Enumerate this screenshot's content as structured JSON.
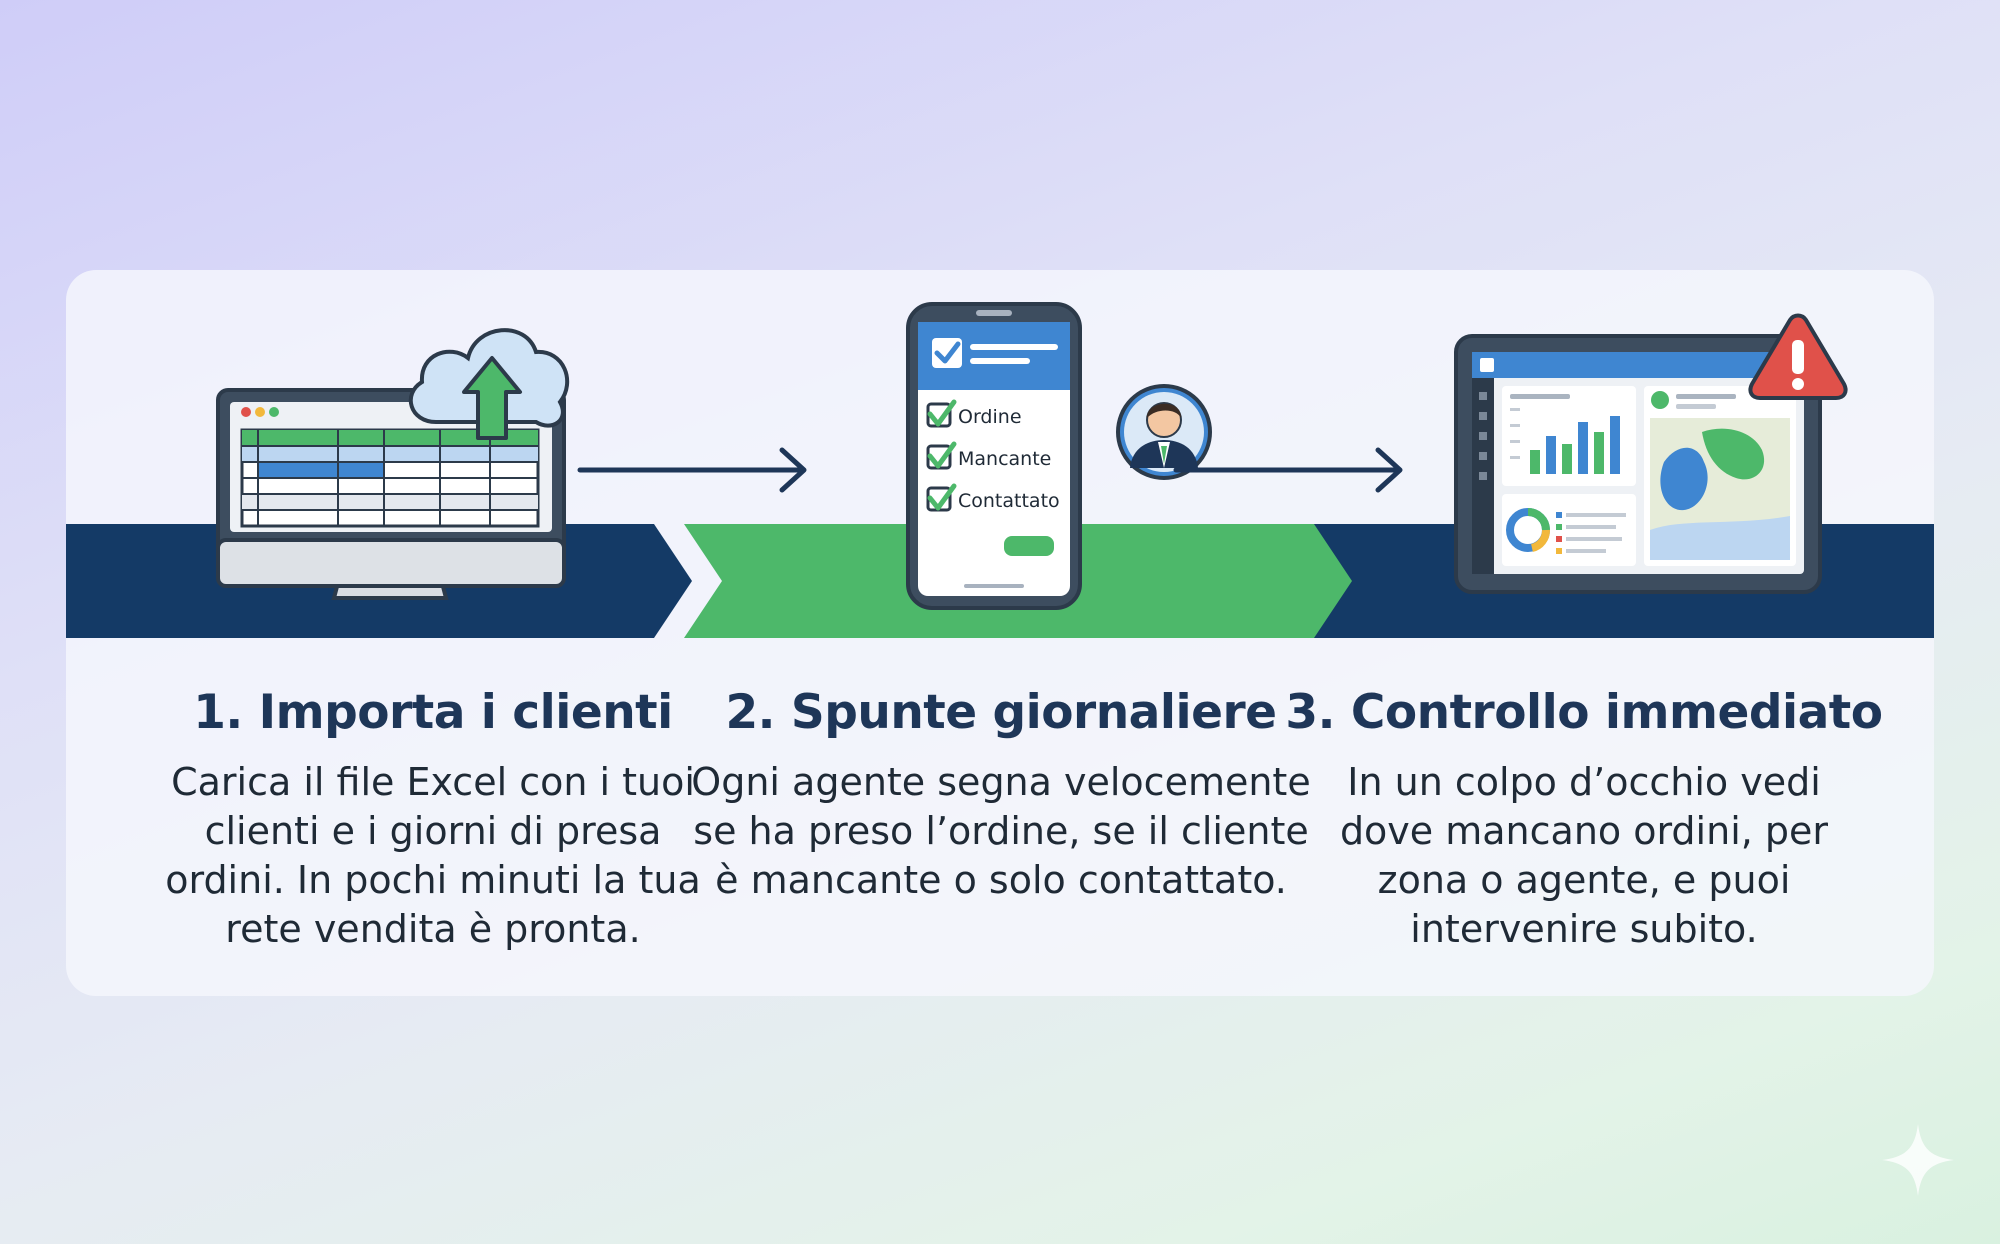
{
  "steps": [
    {
      "number": "1.",
      "title": "1. Importa i clienti",
      "description": "Carica il file Excel con i tuoi clienti e i giorni di presa ordini. In pochi minuti la tua rete vendita è pronta.",
      "icon": "monitor-spreadsheet-cloud-upload-icon",
      "band_color": "#143a66"
    },
    {
      "number": "2.",
      "title": "2. Spunte giornaliere",
      "description": "Ogni agente segna velocemente se ha preso l’ordine, se il cliente è mancante o solo contattato.",
      "icon": "smartphone-checklist-agent-icon",
      "band_color": "#4db86a",
      "checklist": [
        "Ordine",
        "Mancante",
        "Contattato"
      ]
    },
    {
      "number": "3.",
      "title": "3. Controllo immediato",
      "description": "In un colpo d’occhio vedi dove mancano ordini, per zona o agente, e puoi intervenire subito.",
      "icon": "tablet-dashboard-map-alert-icon",
      "band_color": "#143a66"
    }
  ],
  "colors": {
    "navy": "#143a66",
    "green": "#4db86a",
    "alert_red": "#e0514a",
    "title_text": "#1e3658"
  }
}
